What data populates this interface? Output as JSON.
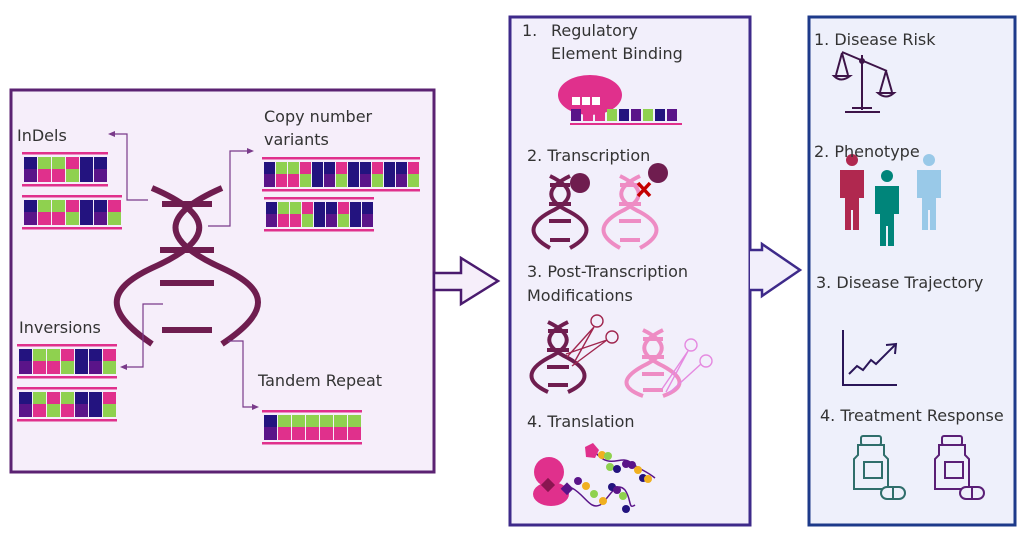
{
  "panels": {
    "variants": {
      "labels": {
        "indels": "InDels",
        "cnv_line1": "Copy number",
        "cnv_line2": "variants",
        "inversions": "Inversions",
        "tandem": "Tandem Repeat"
      }
    },
    "mechanisms": {
      "items": [
        {
          "num": "1.",
          "line1": "Regulatory",
          "line2": "Element Binding"
        },
        {
          "label": "2. Transcription"
        },
        {
          "line1": "3. Post-Transcription",
          "line2": "Modifications"
        },
        {
          "label": "4. Translation"
        }
      ]
    },
    "outcomes": {
      "items": [
        {
          "label": "1. Disease Risk",
          "icon": "scale-icon"
        },
        {
          "label": "2. Phenotype",
          "icon": "people-icon"
        },
        {
          "label": "3. Disease Trajectory",
          "icon": "trend-chart-icon"
        },
        {
          "label": "4. Treatment Response",
          "icon": "pill-bottle-icon"
        }
      ]
    }
  },
  "colors": {
    "panel1_border": "#5b2272",
    "panel1_bg": "#f6eefa",
    "panel2_border": "#3e2a8a",
    "panel2_bg": "#f2effb",
    "panel3_border": "#1d3a8a",
    "panel3_bg": "#eef0fb",
    "dna": "#6f1d4f",
    "magenta": "#e0308c",
    "green": "#8fd14f",
    "navy": "#23137f",
    "purple": "#5a1489",
    "pink_light": "#ee8cc4",
    "red": "#c40000",
    "phenotype_red": "#b0284f",
    "phenotype_teal": "#00857a",
    "phenotype_blue": "#99c9e8"
  }
}
